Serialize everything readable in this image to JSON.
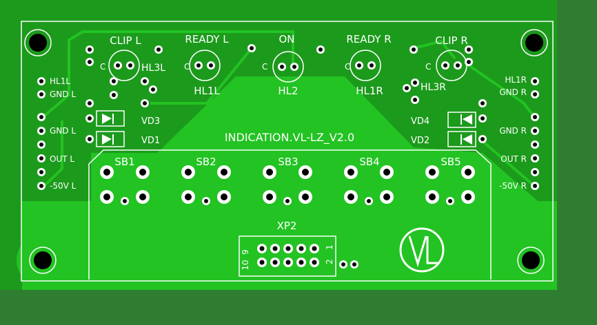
{
  "colors": {
    "background": "#2f7d31",
    "board": "#1c9a1c",
    "copper_pour": "#22c322",
    "trace": "#22c322",
    "silkscreen": "#ffffff",
    "hole": "#000000"
  },
  "board": {
    "title": "INDICATION.VL-LZ_V2.0",
    "connector_label": "XP2",
    "connector_pin_labels": {
      "top_left": "9",
      "bottom_left": "10",
      "top_right": "1",
      "bottom_right": "2"
    },
    "logo_icon": "vl-logo"
  },
  "leds": {
    "clip_left": "CLIP L",
    "ready_left": "READY L",
    "on": "ON",
    "ready_right": "READY R",
    "clip_right": "CLIP R",
    "ref_hl3l": "HL3L",
    "ref_hl1l": "HL1L",
    "ref_hl2": "HL2",
    "ref_hl1r": "HL1R",
    "ref_hl3r": "HL3R",
    "cathode_mark": "C"
  },
  "diodes": {
    "vd3": "VD3",
    "vd1": "VD1",
    "vd4": "VD4",
    "vd2": "VD2"
  },
  "buttons": {
    "sb1": "SB1",
    "sb2": "SB2",
    "sb3": "SB3",
    "sb4": "SB4",
    "sb5": "SB5"
  },
  "left_pins": {
    "hl1l": "HL1L",
    "gnd_l_top": "GND L",
    "gnd_l": "GND L",
    "out_l": "OUT L",
    "minus50_l": "-50V L"
  },
  "right_pins": {
    "hl1r": "HL1R",
    "gnd_r_top": "GND R",
    "gnd_r": "GND R",
    "out_r": "OUT R",
    "minus50_r": "-50V R"
  }
}
